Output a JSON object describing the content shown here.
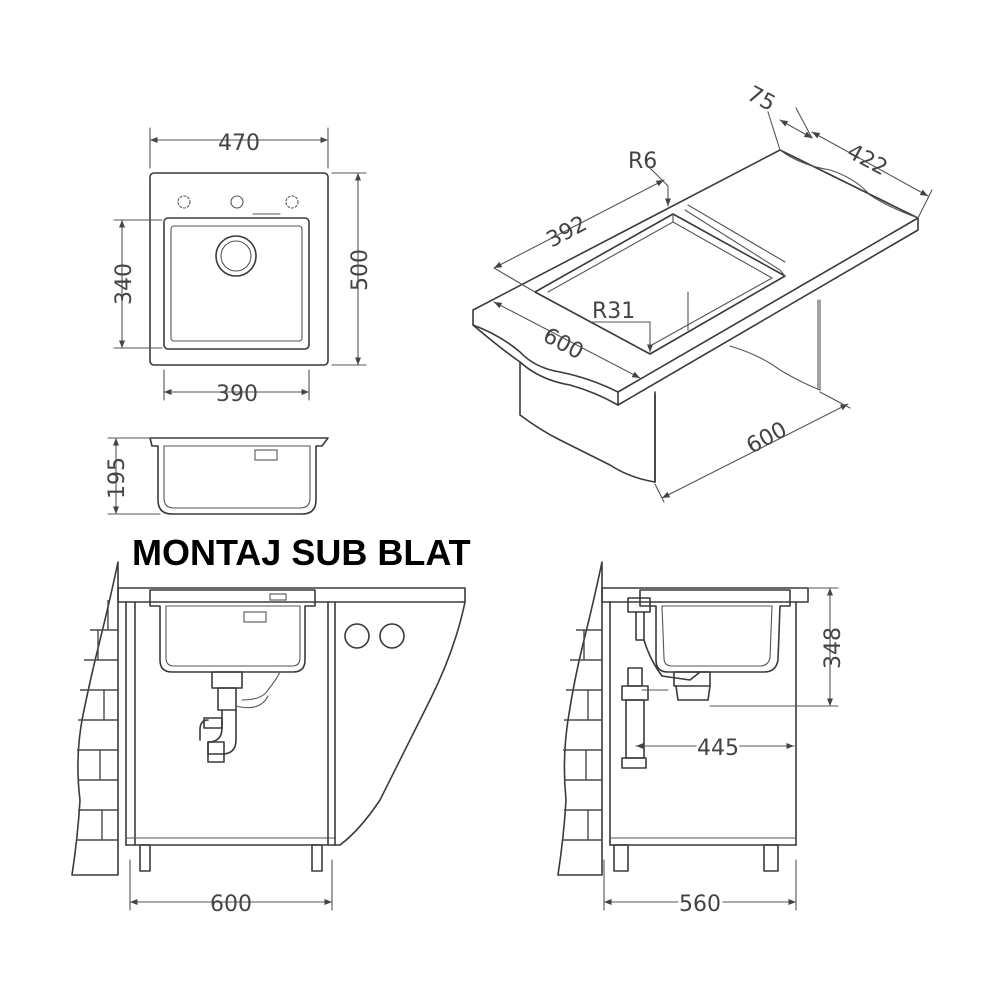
{
  "title": "MONTAJ SUB BLAT",
  "colors": {
    "line": "#3a3a3a",
    "text": "#444444",
    "title": "#000000",
    "background": "#ffffff"
  },
  "top_view": {
    "width_outer": "470",
    "height_outer": "500",
    "bowl_height": "340",
    "bowl_width": "390"
  },
  "side_view": {
    "depth": "195"
  },
  "perspective_view": {
    "thickness": "75",
    "depth_right": "422",
    "corner_radius_top": "R6",
    "bowl_length": "392",
    "bowl_radius": "R31",
    "bowl_width": "600",
    "cabinet_width": "600"
  },
  "front_install": {
    "cabinet_width": "600"
  },
  "side_install": {
    "height": "348",
    "drain_offset": "445",
    "cabinet_depth": "560"
  }
}
